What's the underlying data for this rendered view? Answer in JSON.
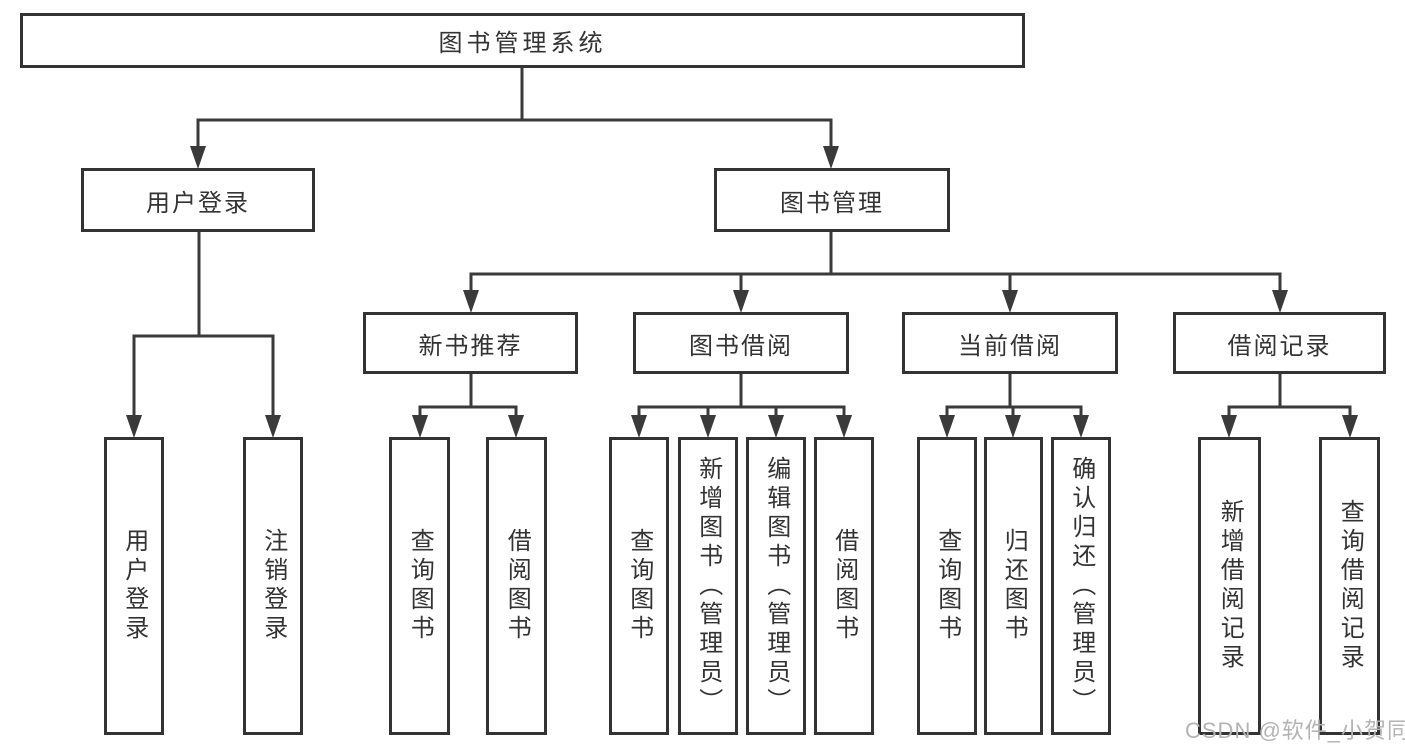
{
  "tree": {
    "root": {
      "label": "图书管理系统"
    },
    "user_login": {
      "label": "用户登录",
      "children": {
        "login": {
          "label": "用户登录"
        },
        "logout": {
          "label": "注销登录"
        }
      }
    },
    "book_management": {
      "label": "图书管理",
      "children": {
        "new_book_recommendation": {
          "label": "新书推荐",
          "children": {
            "query_books": {
              "label": "查询图书"
            },
            "borrow_books": {
              "label": "借阅图书"
            }
          }
        },
        "book_borrowing": {
          "label": "图书借阅",
          "children": {
            "query_books": {
              "label": "查询图书"
            },
            "add_books_admin": {
              "label": "新增图书（管理员）"
            },
            "edit_books_admin": {
              "label": "编辑图书（管理员）"
            },
            "borrow_books": {
              "label": "借阅图书"
            }
          }
        },
        "current_borrowing": {
          "label": "当前借阅",
          "children": {
            "query_books": {
              "label": "查询图书"
            },
            "return_books": {
              "label": "归还图书"
            },
            "confirm_return_admin": {
              "label": "确认归还（管理员）"
            }
          }
        },
        "borrowing_records": {
          "label": "借阅记录",
          "children": {
            "add_borrow_record": {
              "label": "新增借阅记录"
            },
            "query_borrow_record": {
              "label": "查询借阅记录"
            }
          }
        }
      }
    }
  },
  "watermark": {
    "text": "CSDN @软件_小贺同学"
  },
  "colors": {
    "line": "#3a3a3a",
    "box_border": "#333333",
    "text": "#333333",
    "watermark": "#b3b3b3",
    "background": "#ffffff"
  }
}
